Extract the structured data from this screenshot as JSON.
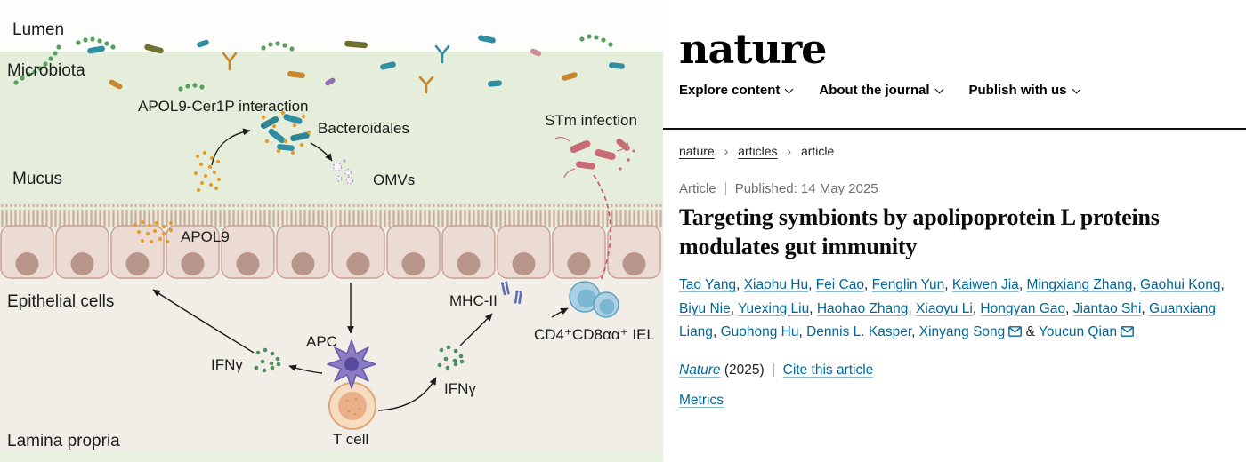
{
  "colors": {
    "link": "#006699",
    "figure_lumen_green": "#e4eedb",
    "figure_lamina": "#f1ede7",
    "epithelium_fill": "#ecdbd3",
    "masthead_rule": "#101010"
  },
  "figure": {
    "labels": {
      "lumen": "Lumen",
      "microbiota": "Microbiota",
      "mucus": "Mucus",
      "epithelial_cells": "Epithelial cells",
      "lamina_propria": "Lamina propria",
      "apol9_cer1p": "APOL9-Cer1P interaction",
      "bacteroidales": "Bacteroidales",
      "omvs": "OMVs",
      "apol9": "APOL9",
      "stm_infection": "STm infection",
      "mhc2": "MHC-II",
      "cd4_iel": "CD4⁺CD8αα⁺ IEL",
      "ifng_left": "IFNγ",
      "ifng_right": "IFNγ",
      "apc": "APC",
      "t_cell": "T cell"
    }
  },
  "site": {
    "logo": "nature",
    "nav": [
      {
        "label": "Explore content"
      },
      {
        "label": "About the journal"
      },
      {
        "label": "Publish with us"
      }
    ],
    "breadcrumb": [
      {
        "label": "nature"
      },
      {
        "label": "articles"
      },
      {
        "label": "article"
      }
    ],
    "article": {
      "type": "Article",
      "published": "Published: 14 May 2025",
      "title": "Targeting symbionts by apolipoprotein L proteins modulates gut immunity",
      "authors": [
        {
          "name": "Tao Yang"
        },
        {
          "name": "Xiaohu Hu"
        },
        {
          "name": "Fei Cao"
        },
        {
          "name": "Fenglin Yun"
        },
        {
          "name": "Kaiwen Jia"
        },
        {
          "name": "Mingxiang Zhang"
        },
        {
          "name": "Gaohui Kong"
        },
        {
          "name": "Biyu Nie"
        },
        {
          "name": "Yuexing Liu"
        },
        {
          "name": "Haohao Zhang"
        },
        {
          "name": "Xiaoyu Li"
        },
        {
          "name": "Hongyan Gao"
        },
        {
          "name": "Jiantao Shi"
        },
        {
          "name": "Guanxiang Liang"
        },
        {
          "name": "Guohong Hu"
        },
        {
          "name": "Dennis L. Kasper"
        },
        {
          "name": "Xinyang Song",
          "corresponding": true
        },
        {
          "name": "Youcun Qian",
          "corresponding": true
        }
      ],
      "journal": "Nature",
      "year": "(2025)",
      "cite_link": "Cite this article",
      "metrics_link": "Metrics"
    }
  }
}
